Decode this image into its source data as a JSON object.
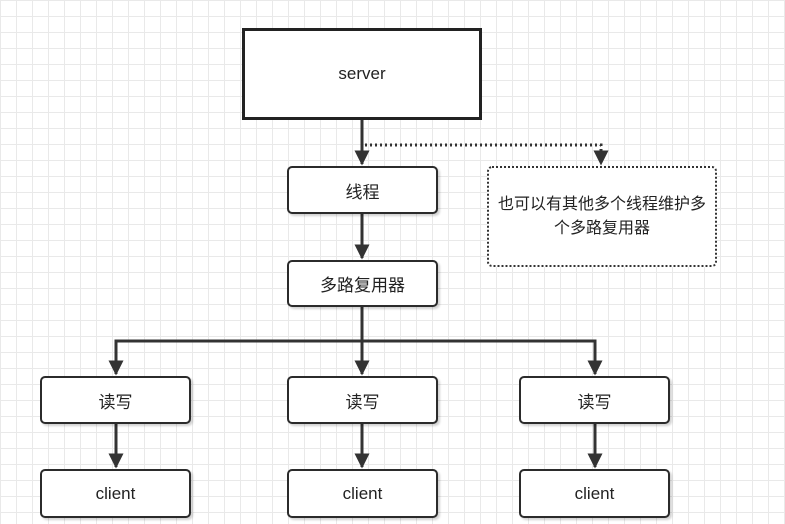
{
  "diagram": {
    "nodes": {
      "server": "server",
      "thread": "线程",
      "multiplexer": "多路复用器",
      "note": "也可以有其他多个线程维护多个多路复用器",
      "rw_left": "读写",
      "rw_center": "读写",
      "rw_right": "读写",
      "client_left": "client",
      "client_center": "client",
      "client_right": "client"
    },
    "edges": [
      {
        "from": "server",
        "to": "thread",
        "style": "solid"
      },
      {
        "from": "server",
        "to": "note",
        "style": "dotted"
      },
      {
        "from": "thread",
        "to": "multiplexer",
        "style": "solid"
      },
      {
        "from": "multiplexer",
        "to": "rw_left",
        "style": "solid"
      },
      {
        "from": "multiplexer",
        "to": "rw_center",
        "style": "solid"
      },
      {
        "from": "multiplexer",
        "to": "rw_right",
        "style": "solid"
      },
      {
        "from": "rw_left",
        "to": "client_left",
        "style": "solid"
      },
      {
        "from": "rw_center",
        "to": "client_center",
        "style": "solid"
      },
      {
        "from": "rw_right",
        "to": "client_right",
        "style": "solid"
      }
    ]
  },
  "colors": {
    "stroke": "#333333",
    "grid": "#e9e9e9",
    "background": "#ffffff"
  }
}
